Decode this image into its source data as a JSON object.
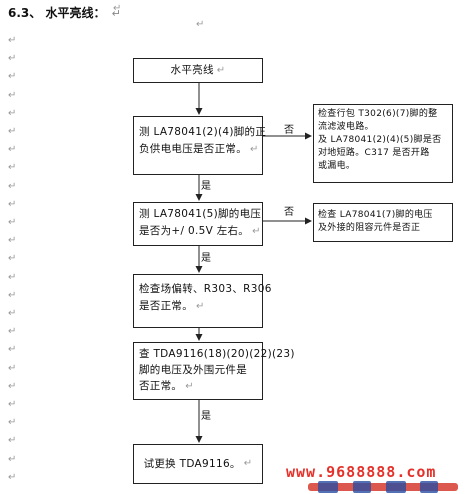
{
  "heading": {
    "number": "6.3、",
    "title": "水平亮线：",
    "return_mark": "↵"
  },
  "margin_marks": [
    "↵",
    "↵",
    "↵",
    "↵",
    "↵",
    "↵",
    "↵",
    "↵",
    "↵",
    "↵",
    "↵",
    "↵",
    "↵",
    "↵",
    "↵",
    "↵",
    "↵",
    "↵",
    "↵",
    "↵",
    "↵",
    "↵",
    "↵",
    "↵",
    "↵"
  ],
  "flow": {
    "start": "水平亮线",
    "step1": [
      "测 LA78041(2)(4)脚的正",
      "负供电电压是否正常。"
    ],
    "step2": [
      "测 LA78041(5)脚的电压",
      "是否为+/ 0.5V 左右。"
    ],
    "step3": [
      "检查场偏转、R303、R306",
      "是否正常。"
    ],
    "step4": [
      "查 TDA9116(18)(20)(22)(23)",
      "脚的电压及外围元件是",
      "否正常。"
    ],
    "step5": "试更换 TDA9116。",
    "branch1": [
      "检查行包 T302(6)(7)脚的整",
      "流滤波电路。",
      "及 LA78041(2)(4)(5)脚是否",
      "对地短路。C317 是否开路",
      "或漏电。"
    ],
    "branch2": [
      "检查 LA78041(7)脚的电压",
      "及外接的阻容元件是否正"
    ],
    "yes": "是",
    "no": "否",
    "para_mark": "↵"
  },
  "watermark": {
    "text": "www.9688888.com"
  },
  "colors": {
    "line": "#222222",
    "mark": "#9a9a9a",
    "watermark": "#e4322b"
  }
}
